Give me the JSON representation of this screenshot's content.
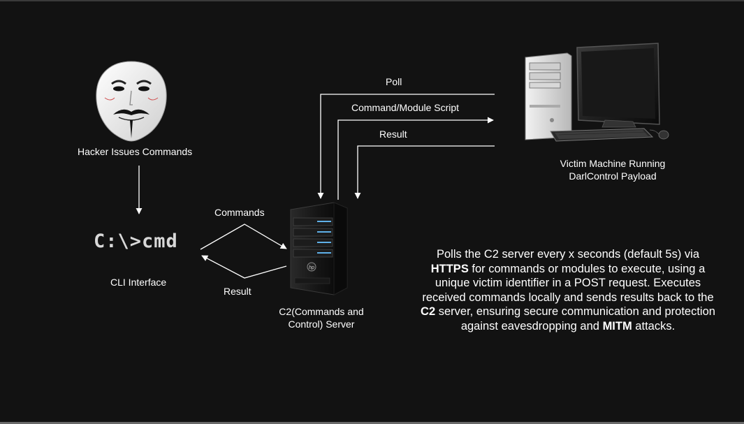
{
  "hacker": {
    "label": "Hacker Issues Commands",
    "icon": "guy-fawkes-mask-icon"
  },
  "cli": {
    "prompt": "C:\\>cmd",
    "label": "CLI Interface"
  },
  "c2": {
    "label_line1": "C2(Commands and",
    "label_line2": "Control) Server",
    "icon": "tower-server-icon"
  },
  "victim": {
    "label_line1": "Victim Machine Running",
    "label_line2": "DarlControl Payload",
    "icon": "desktop-computer-icon"
  },
  "flows": {
    "commands": "Commands",
    "result_left": "Result",
    "poll": "Poll",
    "command_module": "Command/Module Script",
    "result_right": "Result"
  },
  "description": {
    "p1": "Polls the C2 server every x seconds (default 5s) via",
    "https": "HTTPS",
    "p2": " for commands or modules to execute, using a unique victim identifier in a POST request. Executes received commands locally and sends results back to the ",
    "c2": "C2",
    "p3": " server, ensuring secure communication and protection against eavesdropping and ",
    "mitm": "MITM",
    "p4": " attacks."
  },
  "colors": {
    "background": "#121212",
    "text": "#ffffff",
    "lines": "#ffffff"
  }
}
